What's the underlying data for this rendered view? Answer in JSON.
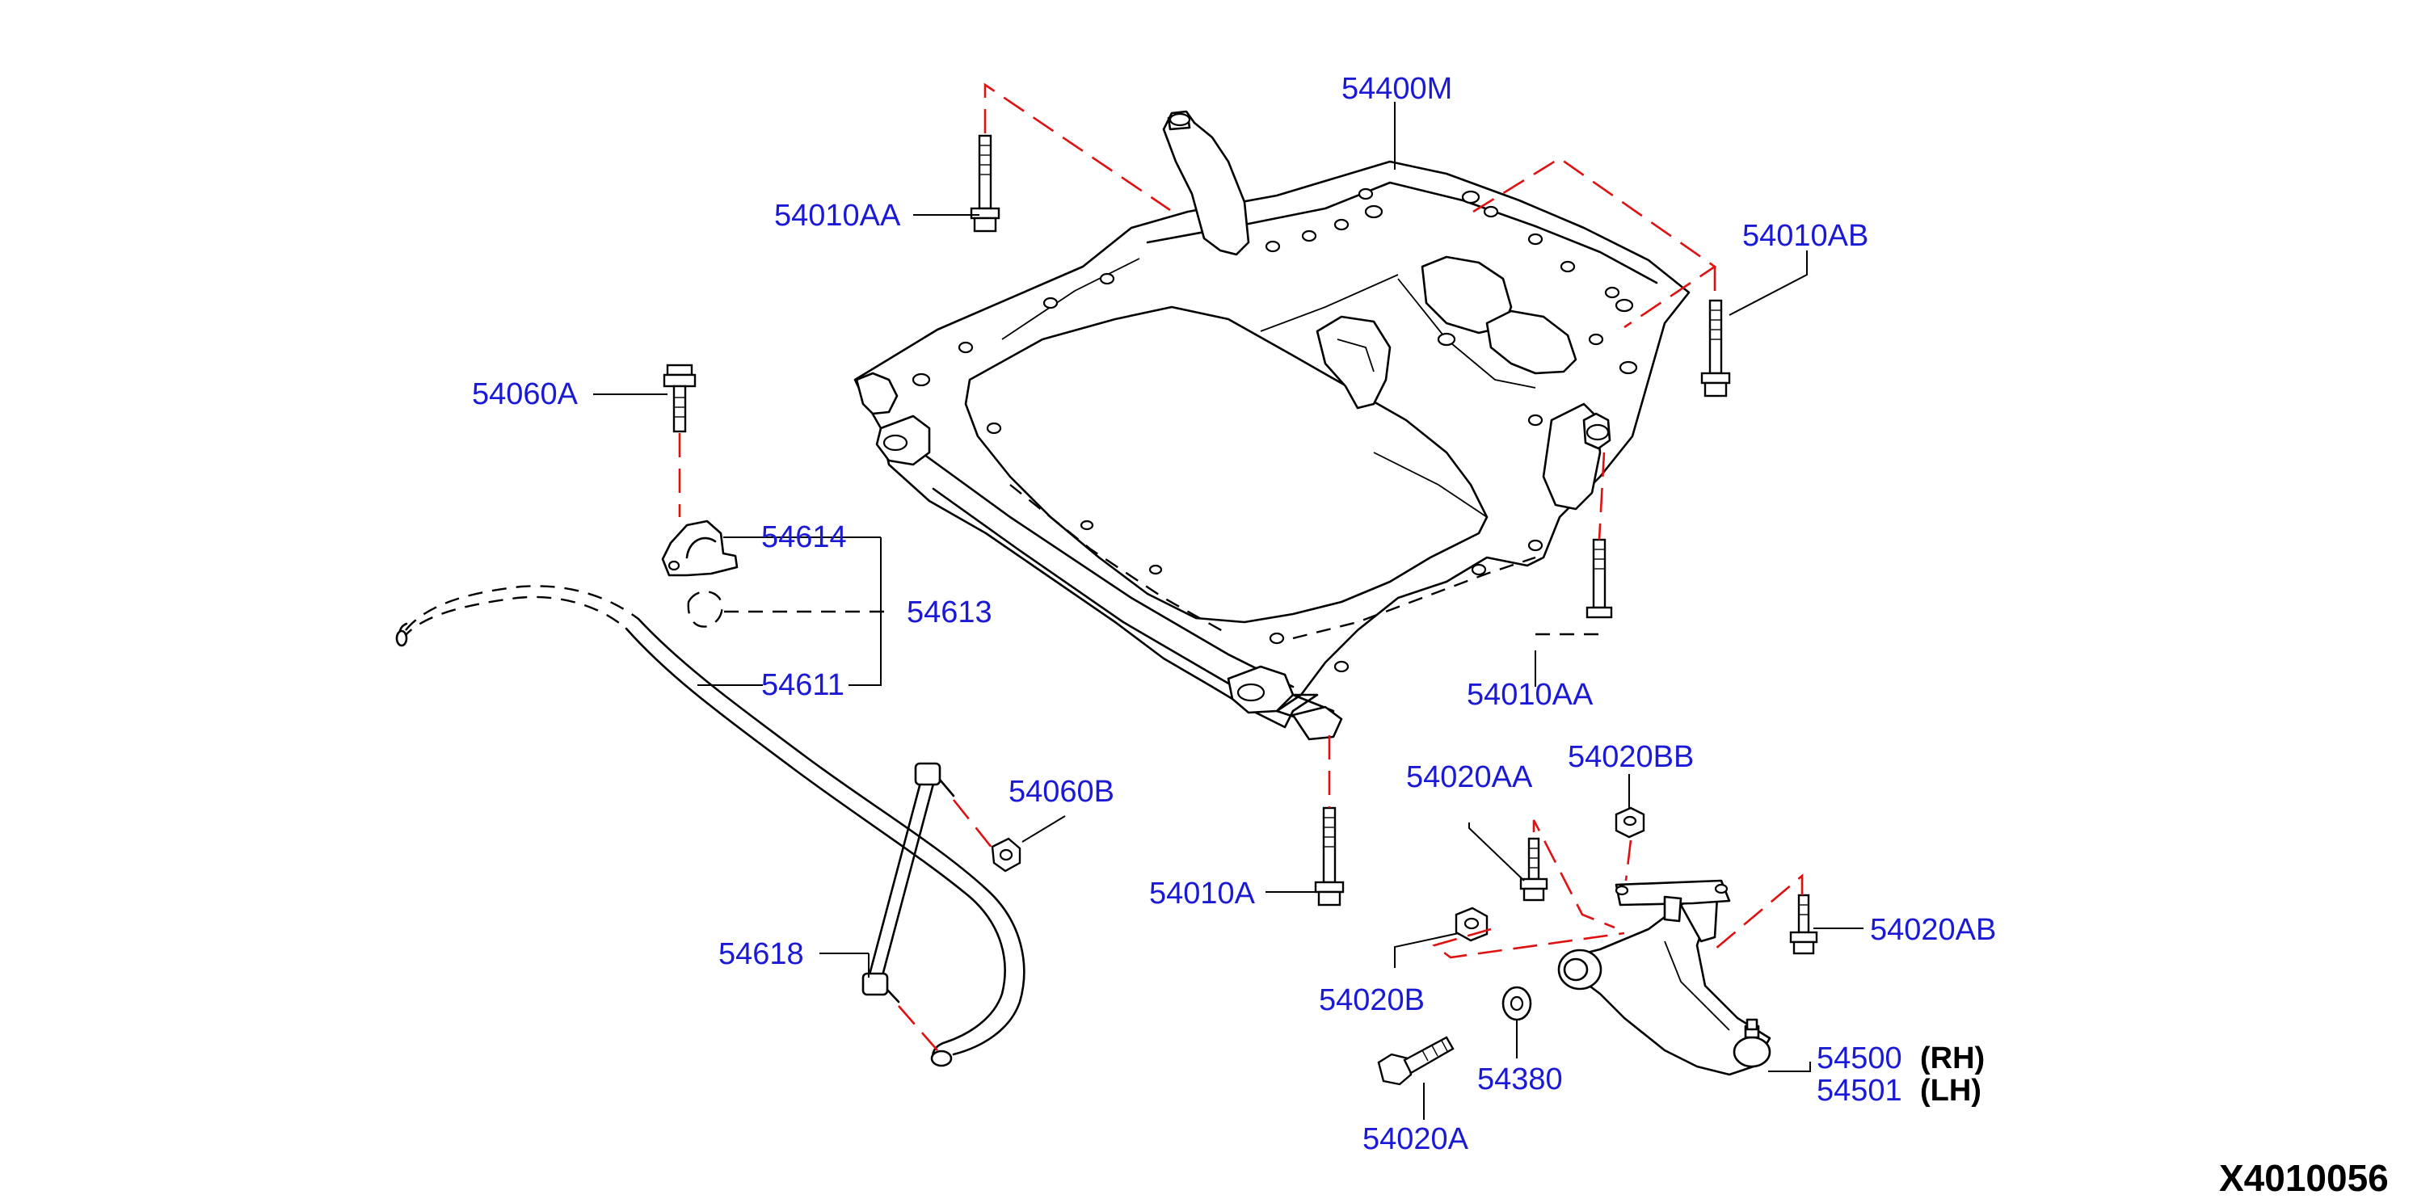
{
  "diagram": {
    "id": "X4010056",
    "colors": {
      "label": "#1a1ad6",
      "guide_line": "#e01010",
      "outline": "#000000",
      "background": "#ffffff"
    },
    "labels": {
      "subframe": "54400M",
      "subframe_bolt_rear_left": "54010AA",
      "subframe_bolt_rear_right": "54010AB",
      "subframe_bolt_front_right": "54010AA",
      "subframe_bolt_front": "54010A",
      "clamp_bolt": "54060A",
      "stabilizer_clamp": "54614",
      "stabilizer_bushing": "54613",
      "stabilizer_bar": "54611",
      "link_nut": "54060B",
      "stabilizer_link": "54618",
      "arm_bolt_a": "54020AA",
      "arm_nut_bb": "54020BB",
      "arm_bolt_ab": "54020AB",
      "arm_nut_b": "54020B",
      "washer": "54380",
      "arm_bolt_front": "54020A",
      "control_arm_rh": "54500",
      "control_arm_lh": "54501",
      "rh_suffix": "(RH)",
      "lh_suffix": "(LH)"
    }
  }
}
